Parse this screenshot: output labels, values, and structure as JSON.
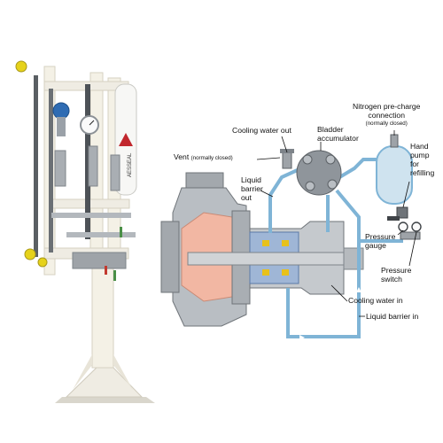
{
  "photo": {
    "brand_text": "AESSEAL"
  },
  "diagram": {
    "labels": {
      "nitrogen_line1": "Nitrogen pre-charge",
      "nitrogen_line2": "connection",
      "nitrogen_note": "(normally closed)",
      "bladder_line1": "Bladder",
      "bladder_line2": "accumulator",
      "cooling_out": "Cooling water out",
      "vent": "Vent",
      "vent_note": "(normally closed)",
      "hand_pump_line1": "Hand",
      "hand_pump_line2": "pump",
      "hand_pump_line3": "for",
      "hand_pump_line4": "refilling",
      "liquid_out_line1": "Liquid",
      "liquid_out_line2": "barrier",
      "liquid_out_line3": "out",
      "pressure_gauge_line1": "Pressure",
      "pressure_gauge_line2": "gauge",
      "pressure_switch_line1": "Pressure",
      "pressure_switch_line2": "switch",
      "cooling_in": "Cooling water in",
      "liquid_in": "Liquid barrier in"
    },
    "colors": {
      "pipe_blue": "#7fb4d6",
      "pump_grey": "#9ea3a8",
      "impeller_salmon": "#f2b7a3",
      "seal_blue": "#8aa7cf",
      "seal_yellow": "#e8c11a",
      "frame_cream": "#f4f1e6"
    }
  }
}
